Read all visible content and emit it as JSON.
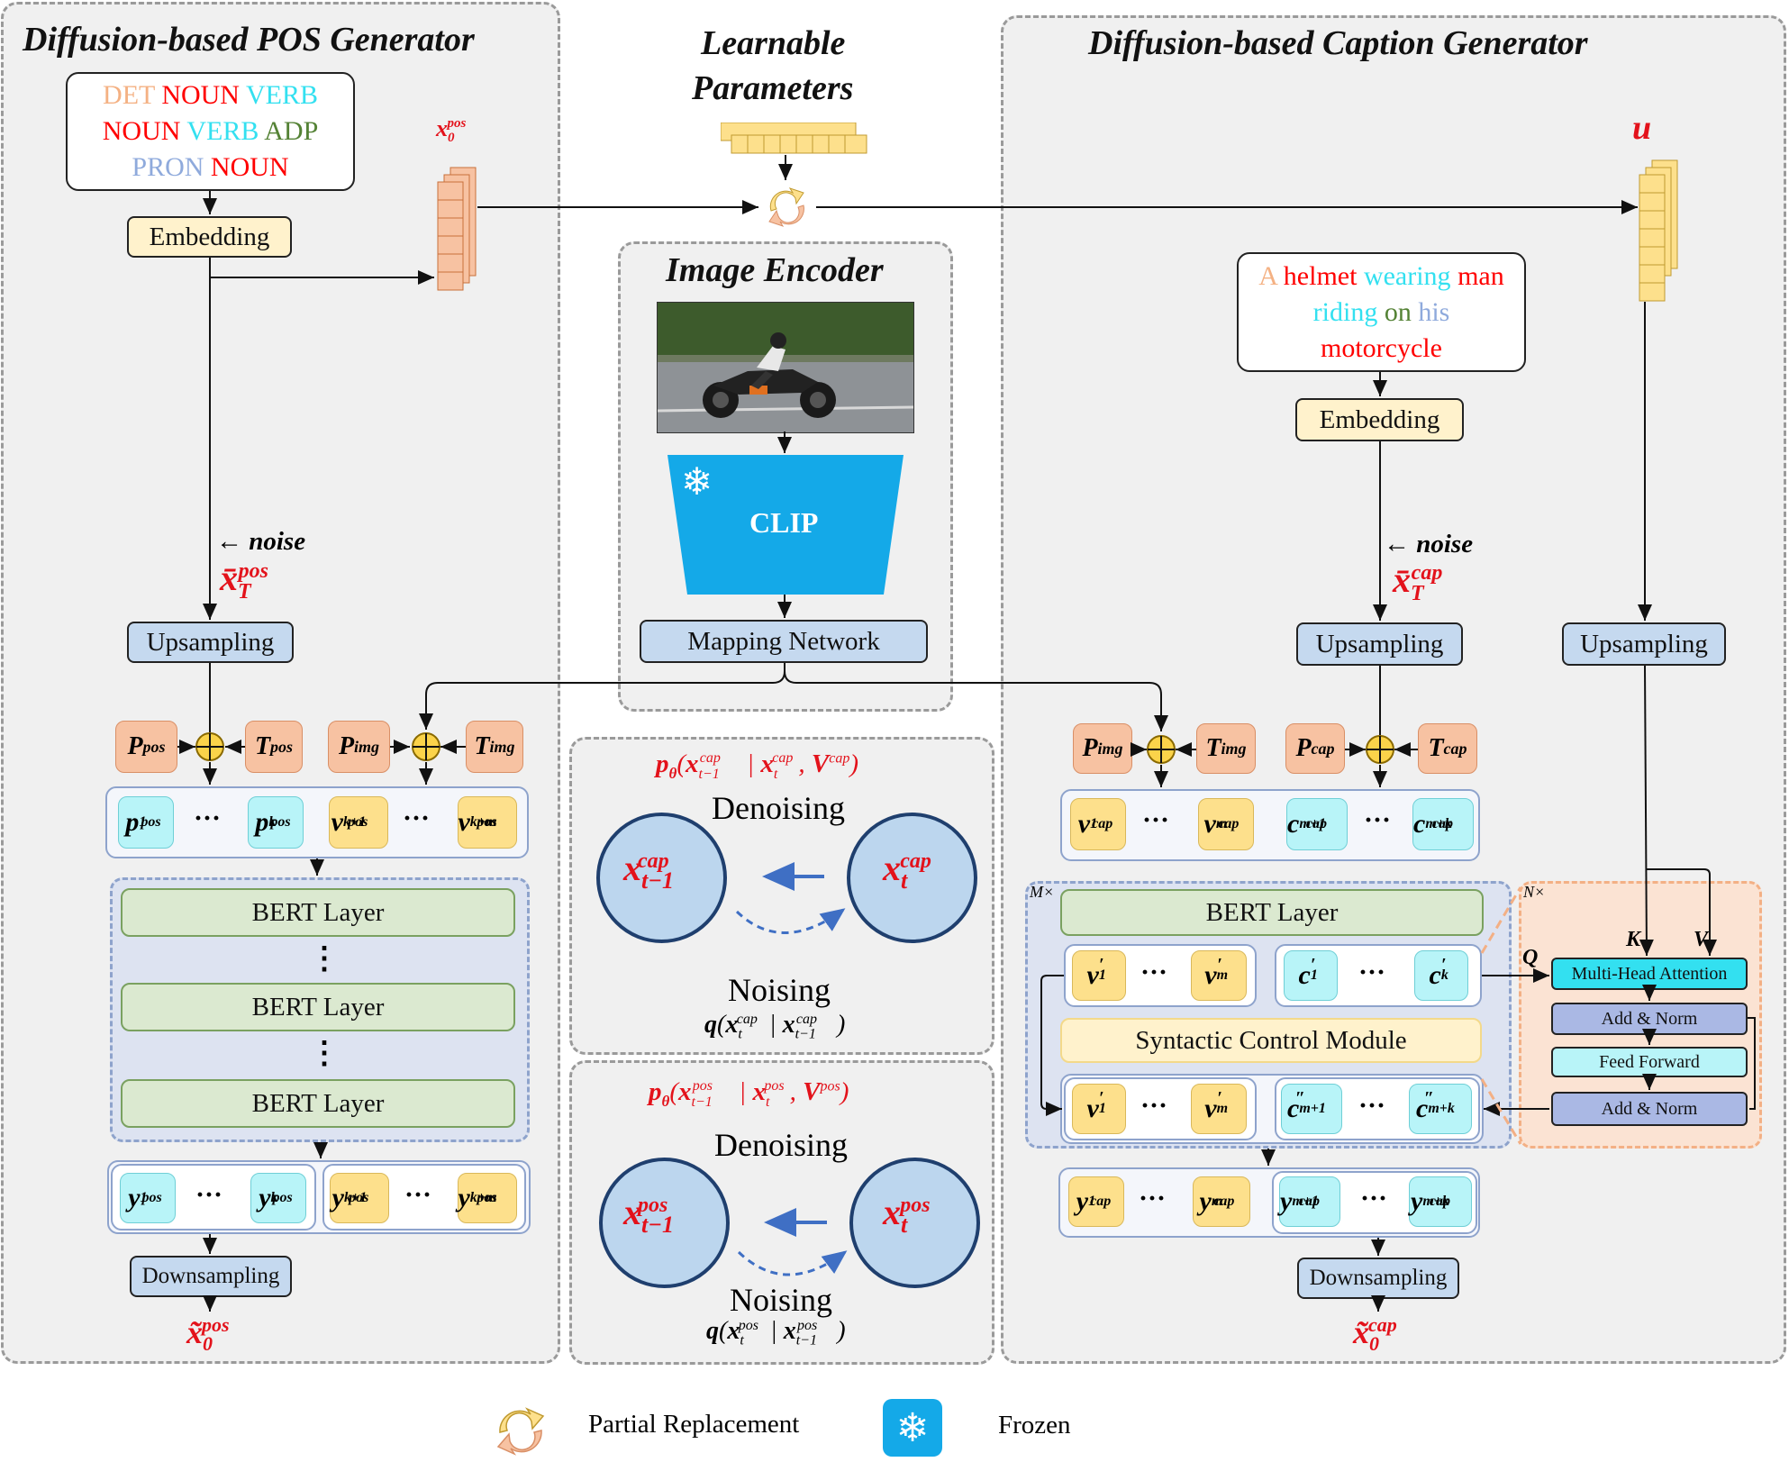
{
  "titles": {
    "pos_generator": "Diffusion-based POS Generator",
    "learnable_line1": "Learnable",
    "learnable_line2": "Parameters",
    "image_encoder": "Image Encoder",
    "caption_generator": "Diffusion-based Caption Generator"
  },
  "pos_tags": [
    [
      {
        "t": "DET",
        "c": "#f4b183"
      },
      {
        "t": "NOUN",
        "c": "#ff0000"
      },
      {
        "t": "VERB",
        "c": "#33e0f0"
      }
    ],
    [
      {
        "t": "NOUN",
        "c": "#ff0000"
      },
      {
        "t": "VERB",
        "c": "#33e0f0"
      },
      {
        "t": "ADP",
        "c": "#548235"
      }
    ],
    [
      {
        "t": "PRON",
        "c": "#8faadc"
      },
      {
        "t": "NOUN",
        "c": "#ff0000"
      }
    ]
  ],
  "caption_words": [
    [
      {
        "t": "A",
        "c": "#f4b183"
      },
      {
        "t": "helmet",
        "c": "#ff0000"
      },
      {
        "t": "wearing",
        "c": "#33e0f0"
      },
      {
        "t": "man",
        "c": "#ff0000"
      }
    ],
    [
      {
        "t": "riding",
        "c": "#33e0f0"
      },
      {
        "t": "on",
        "c": "#548235"
      },
      {
        "t": "his",
        "c": "#8faadc"
      }
    ],
    [
      {
        "t": "motorcycle",
        "c": "#ff0000"
      }
    ]
  ],
  "labels": {
    "embedding": "Embedding",
    "upsampling": "Upsampling",
    "downsampling": "Downsampling",
    "noise": "noise",
    "clip": "CLIP",
    "mapping_network": "Mapping Network",
    "bert_layer": "BERT Layer",
    "denoising": "Denoising",
    "noising": "Noising",
    "syntactic_control": "Syntactic Control Module",
    "multi_head_attention": "Multi-Head Attention",
    "add_norm": "Add & Norm",
    "feed_forward": "Feed Forward",
    "dots": "···",
    "vdots": "⋮"
  },
  "math": {
    "x0_pos": {
      "base": "x",
      "sub": "0",
      "sup": "pos"
    },
    "u": "u",
    "xbar_T_pos": {
      "base": "x̄",
      "sub": "T",
      "sup": "pos"
    },
    "xbar_T_cap": {
      "base": "x̄",
      "sub": "T",
      "sup": "cap"
    },
    "xtilde_0_pos": {
      "base": "x̃",
      "sub": "0",
      "sup": "pos"
    },
    "xtilde_0_cap": {
      "base": "x̃",
      "sub": "0",
      "sup": "cap"
    },
    "m_times": "M×",
    "n_times": "N×",
    "q": "Q",
    "k": "K",
    "v": "V"
  },
  "legend": {
    "partial_replacement": "Partial Replacement",
    "frozen": "Frozen"
  },
  "colors": {
    "panel_bg": "#f0f0f0",
    "token_cyan": "#b8f4f8",
    "token_yellow": "#fde08c",
    "token_orange": "#f7c2a2",
    "clip_blue": "#14a9e8",
    "circle_blue": "#bcd6ee",
    "arrow_blue": "#3f6fc4",
    "math_red": "#e3121b"
  }
}
